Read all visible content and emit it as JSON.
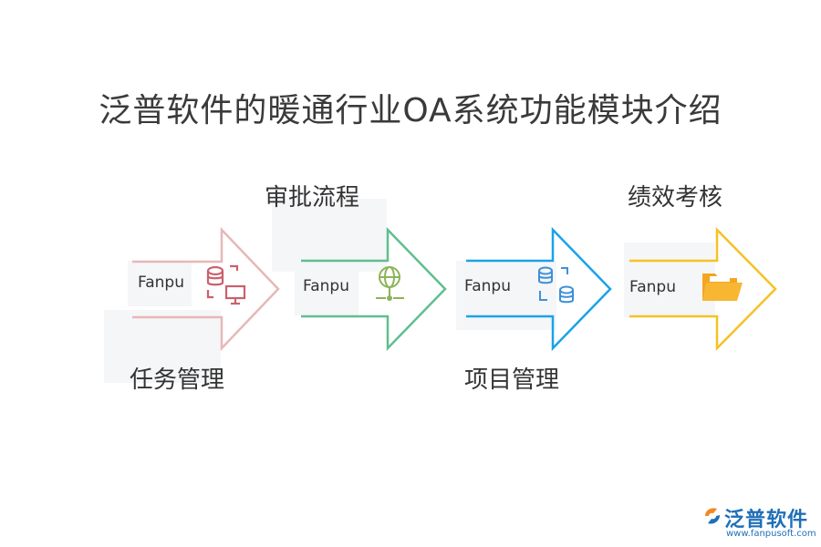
{
  "title": "泛普软件的暖通行业OA系统功能模块介绍",
  "steps": [
    {
      "label": "任务管理",
      "text": "Fanpu",
      "icon": "database-monitor-icon",
      "color": "#e8b7b7",
      "icon_color": "#c9616c"
    },
    {
      "label": "审批流程",
      "text": "Fanpu",
      "icon": "network-globe-icon",
      "color": "#5fbf8f",
      "icon_color": "#8db35a"
    },
    {
      "label": "项目管理",
      "text": "Fanpu",
      "icon": "database-sync-icon",
      "color": "#1aa3e8",
      "icon_color": "#3f8fd9"
    },
    {
      "label": "绩效考核",
      "text": "Fanpu",
      "icon": "folder-icon",
      "color": "#f5c224",
      "icon_color": "#f4a522"
    }
  ],
  "logo": {
    "name": "泛普软件",
    "url": "www.fanpusoft.com"
  }
}
